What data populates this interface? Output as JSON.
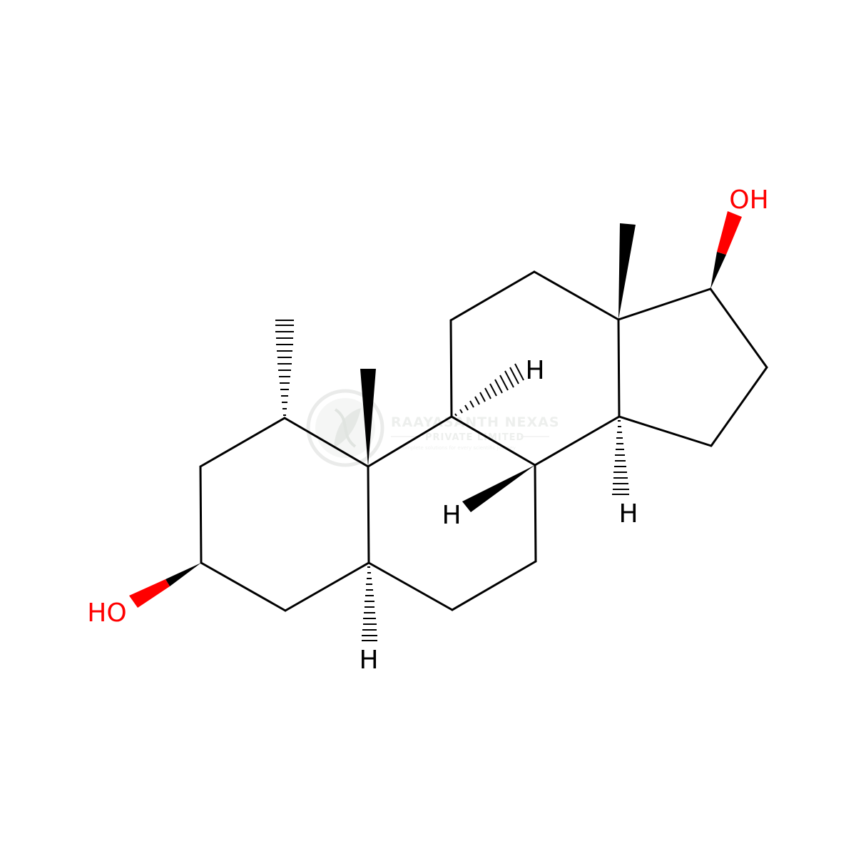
{
  "molecule": {
    "atom_labels": {
      "oh_top": "OH",
      "ho_left": "HO",
      "h_c8": "H",
      "h_c9": "H",
      "h_c14": "H",
      "h_c5": "H"
    },
    "colors": {
      "bond": "#000000",
      "oxygen": "#ff0000",
      "hydrogen": "#000000",
      "watermark": "#e4e6e4"
    }
  },
  "watermark": {
    "title": "RAAYASANTH NEXAS",
    "subtitle": "PRIVATE LIMITED",
    "tagline": "Complete solutions for every scientific journey"
  }
}
